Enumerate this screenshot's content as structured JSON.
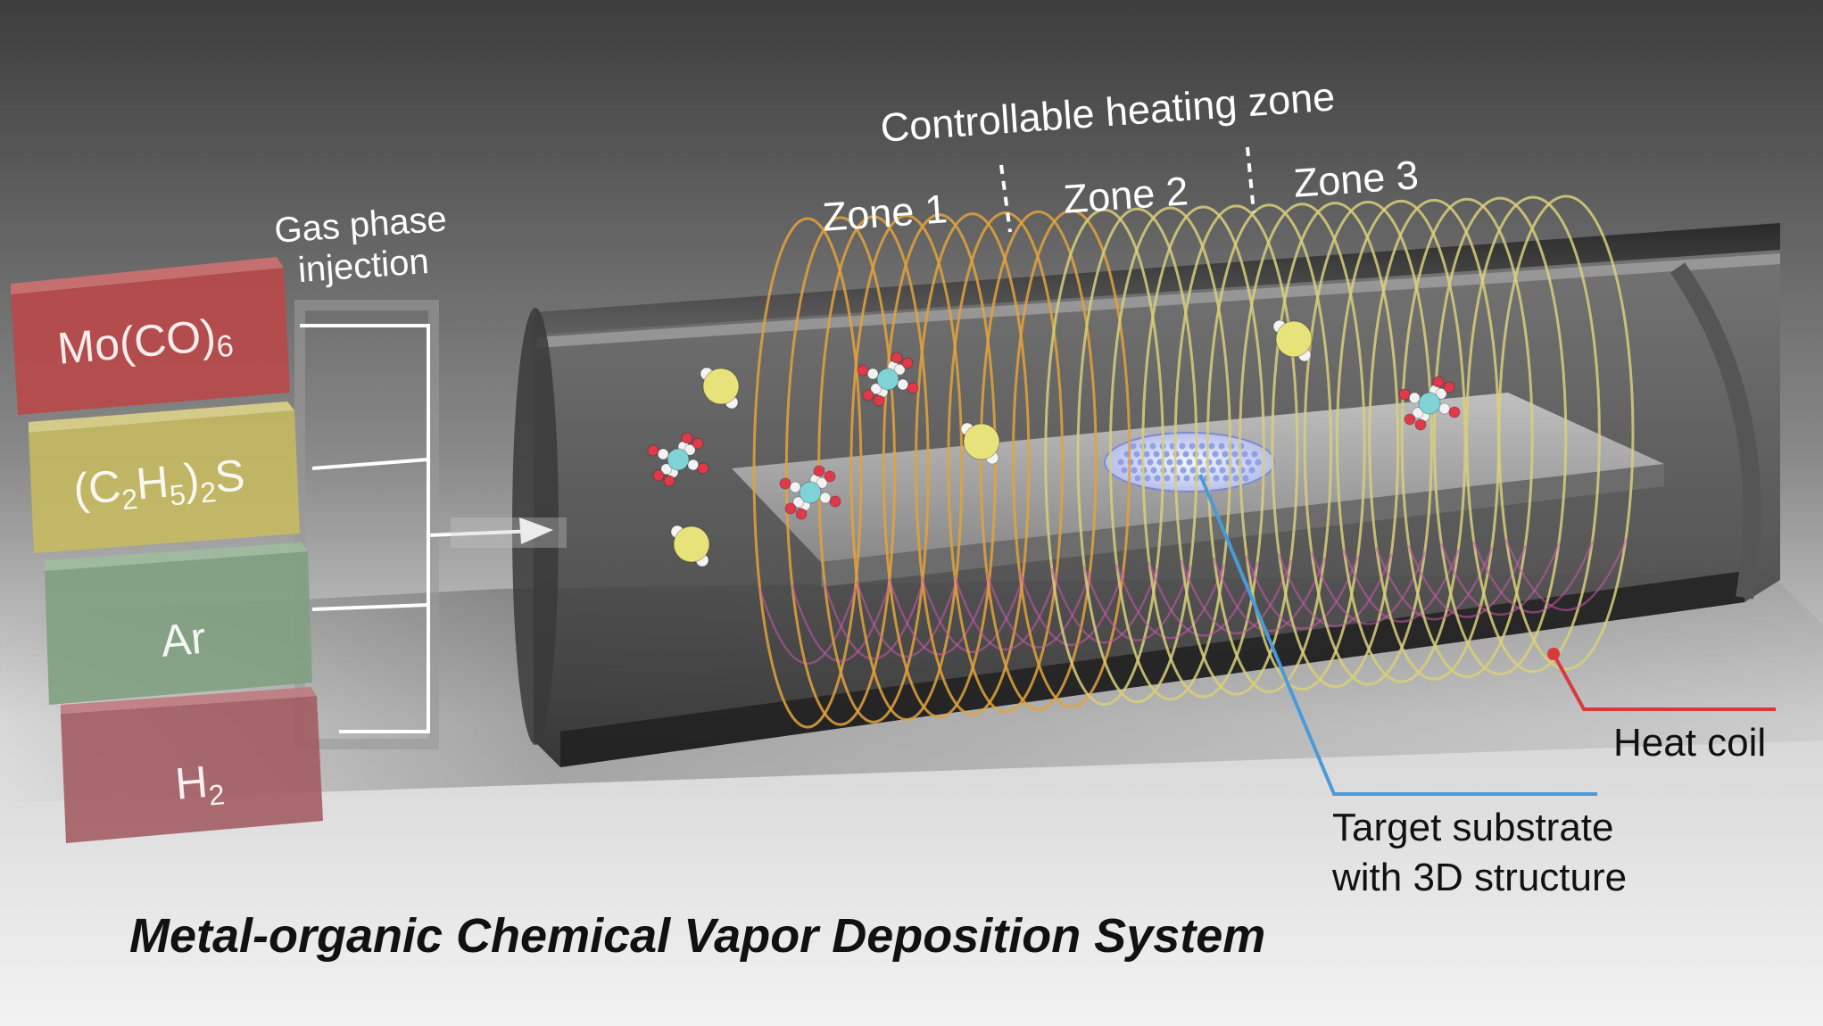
{
  "labels": {
    "controllable_heating_zone": "Controllable heating zone",
    "zone1": "Zone 1",
    "zone2": "Zone 2",
    "zone3": "Zone 3",
    "gas_phase_line1": "Gas phase",
    "gas_phase_line2": "injection",
    "heat_coil": "Heat coil",
    "target_line1": "Target substrate",
    "target_line2": "with 3D structure",
    "title": "Metal-organic Chemical Vapor Deposition System"
  },
  "precursors": [
    {
      "main": "Mo(CO)",
      "sub": "6",
      "color": "#b84a4a"
    },
    {
      "pre": "(C",
      "sub1": "2",
      "mid": "H",
      "sub2": "5",
      "post": ")",
      "sub3": "2",
      "end": "S",
      "color": "#c8bc5e"
    },
    {
      "main": "Ar",
      "color": "#7e9f80"
    },
    {
      "main": "H",
      "sub": "2",
      "color": "#a05a60"
    }
  ],
  "colors": {
    "coil_warm": "#e3a23c",
    "coil_yellow": "#d8cf7a",
    "coil_magenta": "#c85aa8",
    "heat_coil_leader": "#d83a3a",
    "substrate_leader": "#4a9ad8",
    "substrate_dots": "#8ea0e8"
  }
}
